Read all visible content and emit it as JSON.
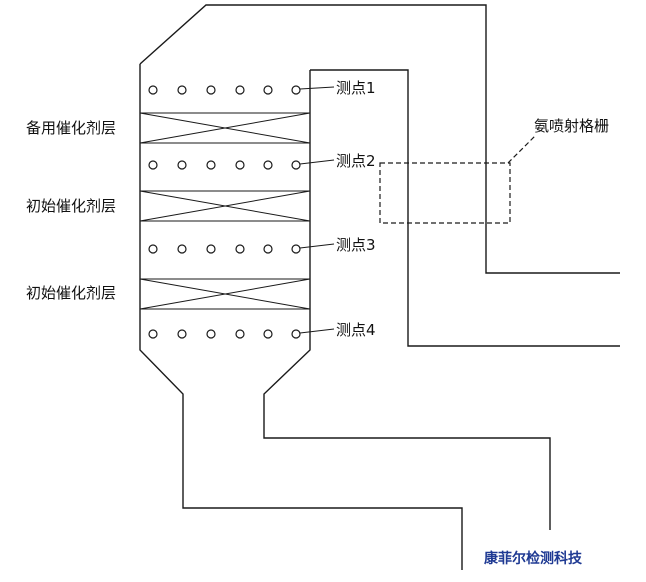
{
  "labels": {
    "layer_spare": "备用催化剂层",
    "layer_initial_1": "初始催化剂层",
    "layer_initial_2": "初始催化剂层",
    "point_1": "测点1",
    "point_2": "测点2",
    "point_3": "测点3",
    "point_4": "测点4",
    "ammonia_grid": "氨喷射格栅"
  },
  "watermark": "康菲尔检测科技",
  "colors": {
    "line": "#1a1a1a",
    "text": "#111111",
    "watermark": "#1f3a93"
  }
}
